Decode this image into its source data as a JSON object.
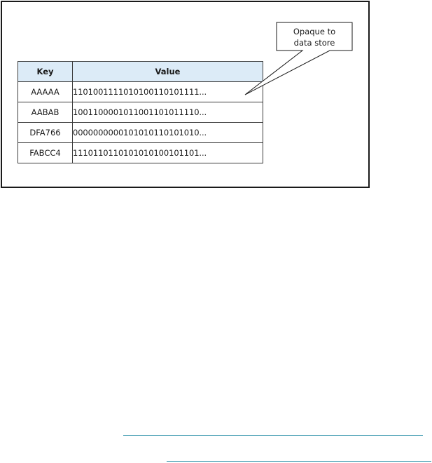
{
  "table": {
    "headers": {
      "key": "Key",
      "value": "Value"
    },
    "rows": [
      {
        "key": "AAAAA",
        "value": "1101001111010100110101111..."
      },
      {
        "key": "AABAB",
        "value": "1001100001011001101011110..."
      },
      {
        "key": "DFA766",
        "value": "0000000000101010110101010..."
      },
      {
        "key": "FABCC4",
        "value": "1110110110101010100101101..."
      }
    ]
  },
  "callout": {
    "text": "Opaque to\ndata store"
  },
  "colors": {
    "header_fill": "#dcebf7",
    "border": "#1a1a1a",
    "link_underline": "#2b8fa8"
  }
}
